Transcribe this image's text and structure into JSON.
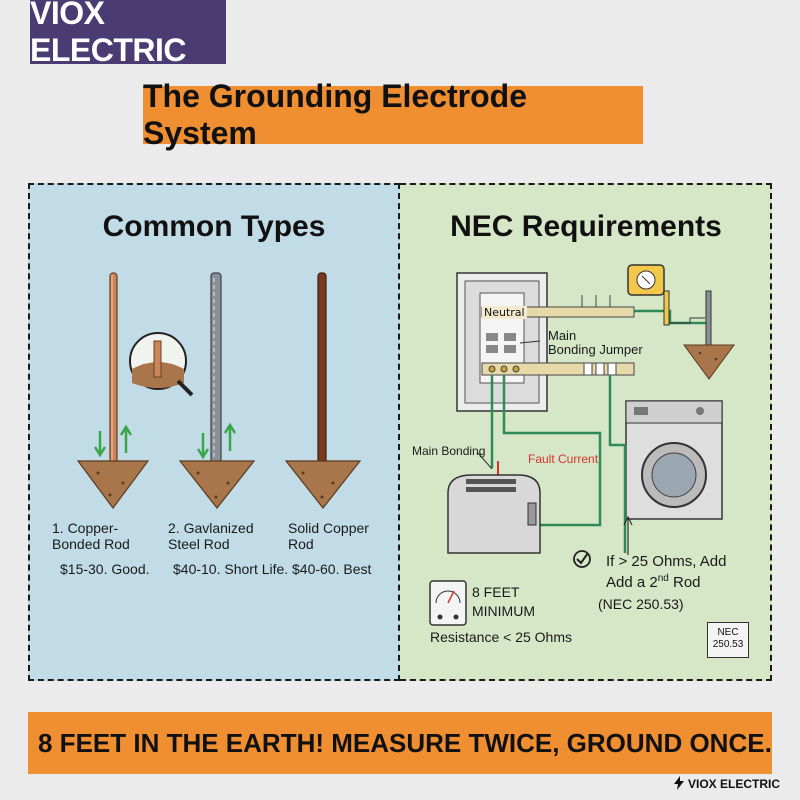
{
  "brand": {
    "name": "VIOX ELECTRIC"
  },
  "title": "The Grounding Electrode System",
  "left_panel": {
    "heading": "Common Types",
    "rods": [
      {
        "name": "1. Copper-Bonded Rod",
        "price": "$15-30. Good.",
        "color": "#c9865a"
      },
      {
        "name": "2. Gavlanized Steel Rod",
        "price": "$40-10. Short Life.",
        "color": "#8a8f98"
      },
      {
        "name": "Solid Copper Rod",
        "price": "$40-60. Best",
        "color": "#7a3a1e"
      }
    ]
  },
  "right_panel": {
    "heading": "NEC Requirements",
    "labels": {
      "neutral": "Neutral",
      "main_bonding_jumper_line1": "Main",
      "main_bonding_jumper_line2": "Bonding Jumper",
      "main_bonding": "Main Bonding",
      "fault_current": "Fault Current",
      "depth_line1": "8 FEET",
      "depth_line2": "MINIMUM",
      "resistance": "Resistance < 25 Ohms",
      "add_rod_line1": "If > 25 Ohms, Add",
      "add_rod_line2_pre": "Add a 2",
      "add_rod_line2_sup": "nd",
      "add_rod_line2_post": " Rod",
      "add_rod_line3": "(NEC 250.53)",
      "nec_badge_line1": "NEC",
      "nec_badge_line2": "250.53"
    }
  },
  "banner": "8 FEET IN THE EARTH! MEASURE TWICE, GROUND ONCE.",
  "footer": {
    "brand": "VIOX ELECTRIC",
    "icon": "lightning-bolt-icon"
  },
  "colors": {
    "brand_purple": "#4a3b73",
    "accent_orange": "#f08f32",
    "left_bg": "#c2dce7",
    "right_bg": "#d6e7c8",
    "wire_green": "#2e8b57",
    "fault_red": "#d8332a",
    "soil": "#a8764a"
  }
}
